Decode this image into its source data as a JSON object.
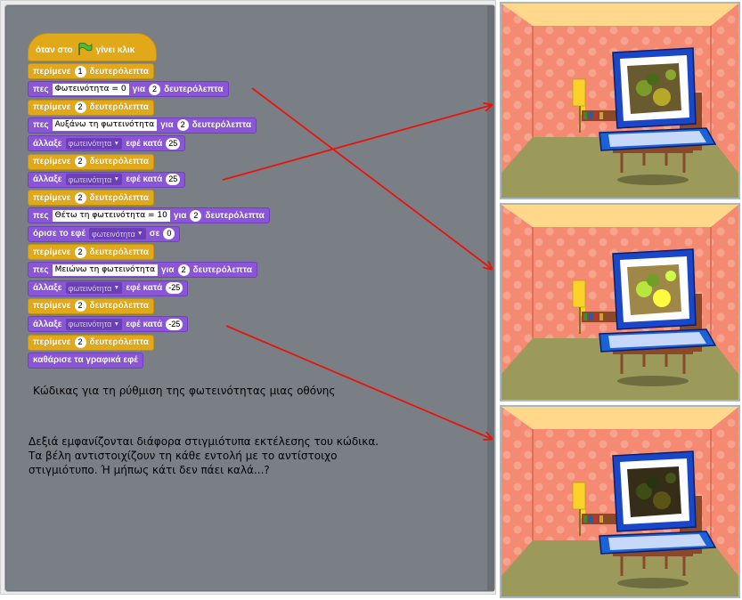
{
  "script": {
    "hat_label_before": "όταν στο",
    "hat_label_after": "γίνει κλικ",
    "blocks": [
      {
        "kind": "wait",
        "label": "περίμενε",
        "value": "1",
        "unit": "δευτερόλεπτα"
      },
      {
        "kind": "say",
        "label": "πες",
        "text": "Φωτεινότητα = 0",
        "for_label": "για",
        "value": "2",
        "unit": "δευτερόλεπτα"
      },
      {
        "kind": "wait",
        "label": "περίμενε",
        "value": "2",
        "unit": "δευτερόλεπτα"
      },
      {
        "kind": "say",
        "label": "πες",
        "text": "Αυξάνω τη φωτεινότητα",
        "for_label": "για",
        "value": "2",
        "unit": "δευτερόλεπτα"
      },
      {
        "kind": "change",
        "label": "άλλαξε",
        "effect": "φωτεινότητα",
        "by_label": "εφέ κατά",
        "value": "25"
      },
      {
        "kind": "wait",
        "label": "περίμενε",
        "value": "2",
        "unit": "δευτερόλεπτα"
      },
      {
        "kind": "change",
        "label": "άλλαξε",
        "effect": "φωτεινότητα",
        "by_label": "εφέ κατά",
        "value": "25"
      },
      {
        "kind": "wait",
        "label": "περίμενε",
        "value": "2",
        "unit": "δευτερόλεπτα"
      },
      {
        "kind": "say",
        "label": "πες",
        "text": "Θέτω τη φωτεινότητα = 10",
        "for_label": "για",
        "value": "2",
        "unit": "δευτερόλεπτα"
      },
      {
        "kind": "set",
        "label": "όρισε το εφέ",
        "effect": "φωτεινότητα",
        "to_label": "σε",
        "value": "0"
      },
      {
        "kind": "wait",
        "label": "περίμενε",
        "value": "2",
        "unit": "δευτερόλεπτα"
      },
      {
        "kind": "say",
        "label": "πες",
        "text": "Μειώνω τη φωτεινότητα",
        "for_label": "για",
        "value": "2",
        "unit": "δευτερόλεπτα"
      },
      {
        "kind": "change",
        "label": "άλλαξε",
        "effect": "φωτεινότητα",
        "by_label": "εφέ κατά",
        "value": "-25"
      },
      {
        "kind": "wait",
        "label": "περίμενε",
        "value": "2",
        "unit": "δευτερόλεπτα"
      },
      {
        "kind": "change",
        "label": "άλλαξε",
        "effect": "φωτεινότητα",
        "by_label": "εφέ κατά",
        "value": "-25"
      },
      {
        "kind": "wait",
        "label": "περίμενε",
        "value": "2",
        "unit": "δευτερόλεπτα"
      },
      {
        "kind": "clear",
        "label": "καθάρισε τα γραφικά εφέ"
      }
    ]
  },
  "caption": "Κώδικας για τη ρύθμιση της φωτεινότητας μιας οθόνης",
  "description_lines": [
    "Δεξιά εμφανίζονται διάφορα στιγμιότυπα εκτέλεσης του κώδικα.",
    "Τα βέλη αντιστοιχίζουν τη κάθε εντολή με το αντίστοιχο",
    "στιγμιότυπο. Ή μήπως κάτι δεν πάει καλά...?"
  ],
  "snapshots": [
    {
      "name": "normal",
      "brightness": 0
    },
    {
      "name": "brighter",
      "brightness": 50
    },
    {
      "name": "darker",
      "brightness": -50
    }
  ],
  "colors": {
    "control_block": "#e1a91a",
    "looks_block": "#8a55d7",
    "arrow": "#e8140c",
    "script_area": "#7a7f86"
  }
}
